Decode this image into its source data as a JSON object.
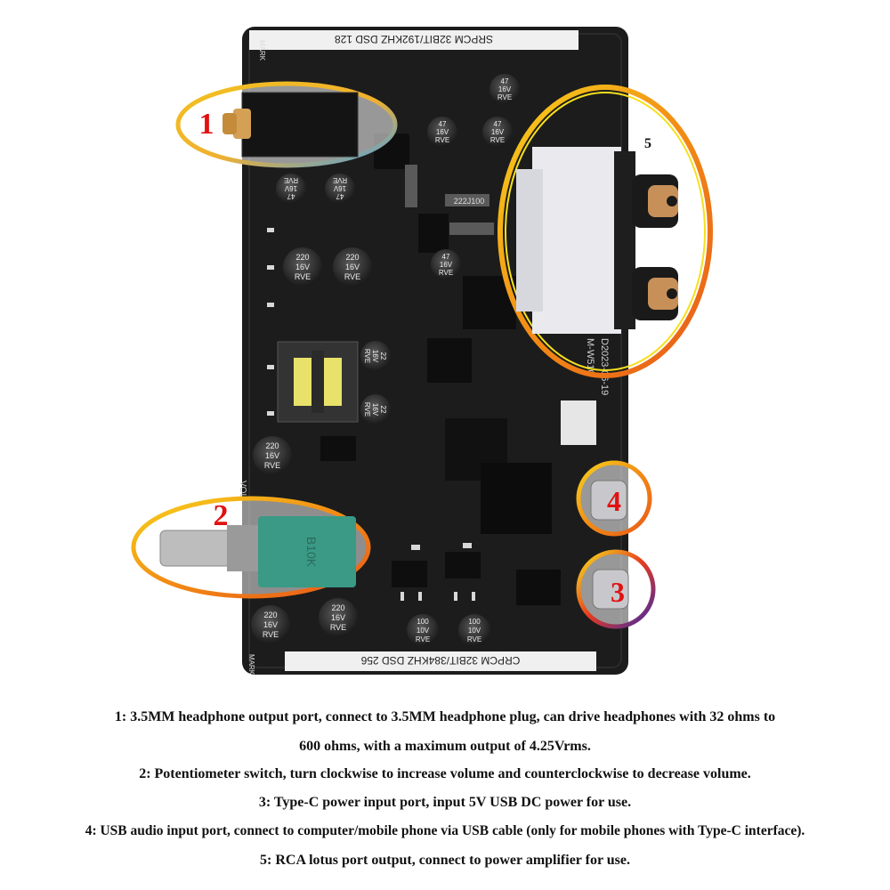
{
  "board": {
    "silk_top": "SRPCM  32BIT/192KHZ  DSD 128",
    "silk_bottom": "CRPCM  32BIT/384KHZ  DSD 256",
    "mark_label": "MARK",
    "cap_220_line1": "220",
    "cap_220_line2": "16V",
    "cap_220_line3": "RVE",
    "cap_47_line1": "47",
    "cap_47_line2": "16V",
    "cap_47_line3": "RVE",
    "cap_22_line1": "22",
    "cap_22_line2": "16V",
    "cap_22_line3": "RVE",
    "cap_100_line1": "100",
    "cap_100_line2": "10V",
    "cap_100_line3": "RVE",
    "resistor_label": "222J100",
    "pot_label": "B10K",
    "date_code": "D2023-06-19",
    "model_code": "M-W510",
    "vol_label": "VOL"
  },
  "callouts": {
    "c1": "1",
    "c2": "2",
    "c3": "3",
    "c4": "4",
    "c5": "5"
  },
  "colors": {
    "pcb": "#1c1c1c",
    "callout_number": "#e11111",
    "callout_ring_outer": "#f28c14",
    "callout_ring_inner": "#f5e01e"
  },
  "captions": {
    "line1": "1: 3.5MM headphone output port, connect to 3.5MM headphone plug, can drive headphones with 32 ohms to",
    "line2": "600 ohms, with a maximum output of 4.25Vrms.",
    "line3": "2: Potentiometer switch, turn clockwise to increase volume and counterclockwise to decrease volume.",
    "line4": "3: Type-C power input port, input 5V USB DC power for use.",
    "line5": "4: USB audio input port, connect to computer/mobile phone via USB cable (only for mobile phones with Type-C interface).",
    "line6": "5: RCA lotus port output, connect to power amplifier for use."
  }
}
